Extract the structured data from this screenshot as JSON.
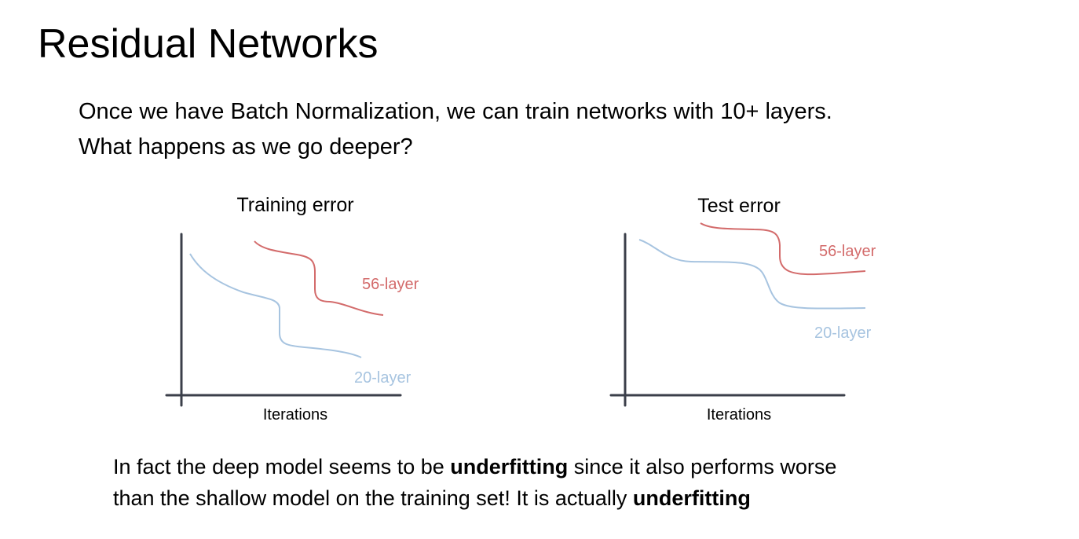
{
  "slide": {
    "title": "Residual Networks",
    "intro_line1": "Once we have Batch Normalization, we can train networks with 10+ layers.",
    "intro_line2": "What happens as we go deeper?",
    "conclusion_line1_before": "In fact the deep model seems to be ",
    "conclusion_line1_bold": "underfitting",
    "conclusion_line1_after": " since it also performs worse",
    "conclusion_line2_before": "than the shallow model on the training set! It is actually ",
    "conclusion_line2_bold": "underfitting"
  },
  "colors": {
    "deep": "#d36b6b",
    "shallow": "#a7c4e0",
    "axis": "#3b3f4a"
  },
  "plots": {
    "training": {
      "title": "Training error",
      "xlabel": "Iterations",
      "deep_label": "56-layer",
      "shallow_label": "20-layer"
    },
    "test": {
      "title": "Test error",
      "xlabel": "Iterations",
      "deep_label": "56-layer",
      "shallow_label": "20-layer"
    }
  }
}
